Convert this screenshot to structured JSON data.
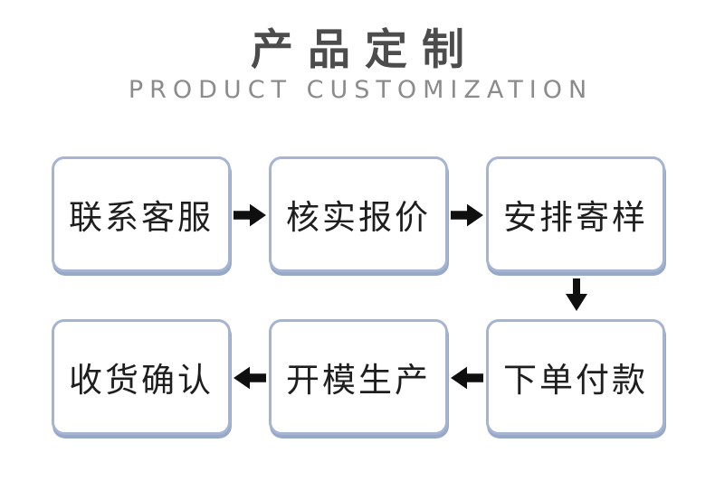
{
  "header": {
    "title": "产品定制",
    "subtitle": "PRODUCT CUSTOMIZATION"
  },
  "flow": {
    "steps": [
      {
        "order": 1,
        "label": "联系客服"
      },
      {
        "order": 2,
        "label": "核实报价"
      },
      {
        "order": 3,
        "label": "安排寄样"
      },
      {
        "order": 4,
        "label": "下单付款"
      },
      {
        "order": 5,
        "label": "开模生产"
      },
      {
        "order": 6,
        "label": "收货确认"
      }
    ],
    "arrows": [
      {
        "from": "联系客服",
        "to": "核实报价",
        "direction": "right"
      },
      {
        "from": "核实报价",
        "to": "安排寄样",
        "direction": "right"
      },
      {
        "from": "安排寄样",
        "to": "下单付款",
        "direction": "down"
      },
      {
        "from": "下单付款",
        "to": "开模生产",
        "direction": "left"
      },
      {
        "from": "开模生产",
        "to": "收货确认",
        "direction": "left"
      }
    ]
  },
  "colors": {
    "background": "#ffffff",
    "box_border": "#a5b4d1",
    "box_shadow": "#97a9c9",
    "box_text": "#1e1e1e",
    "title_text": "#4c4c4c",
    "subtitle_text": "#8b8b8b",
    "arrow": "#0f0f0f"
  }
}
